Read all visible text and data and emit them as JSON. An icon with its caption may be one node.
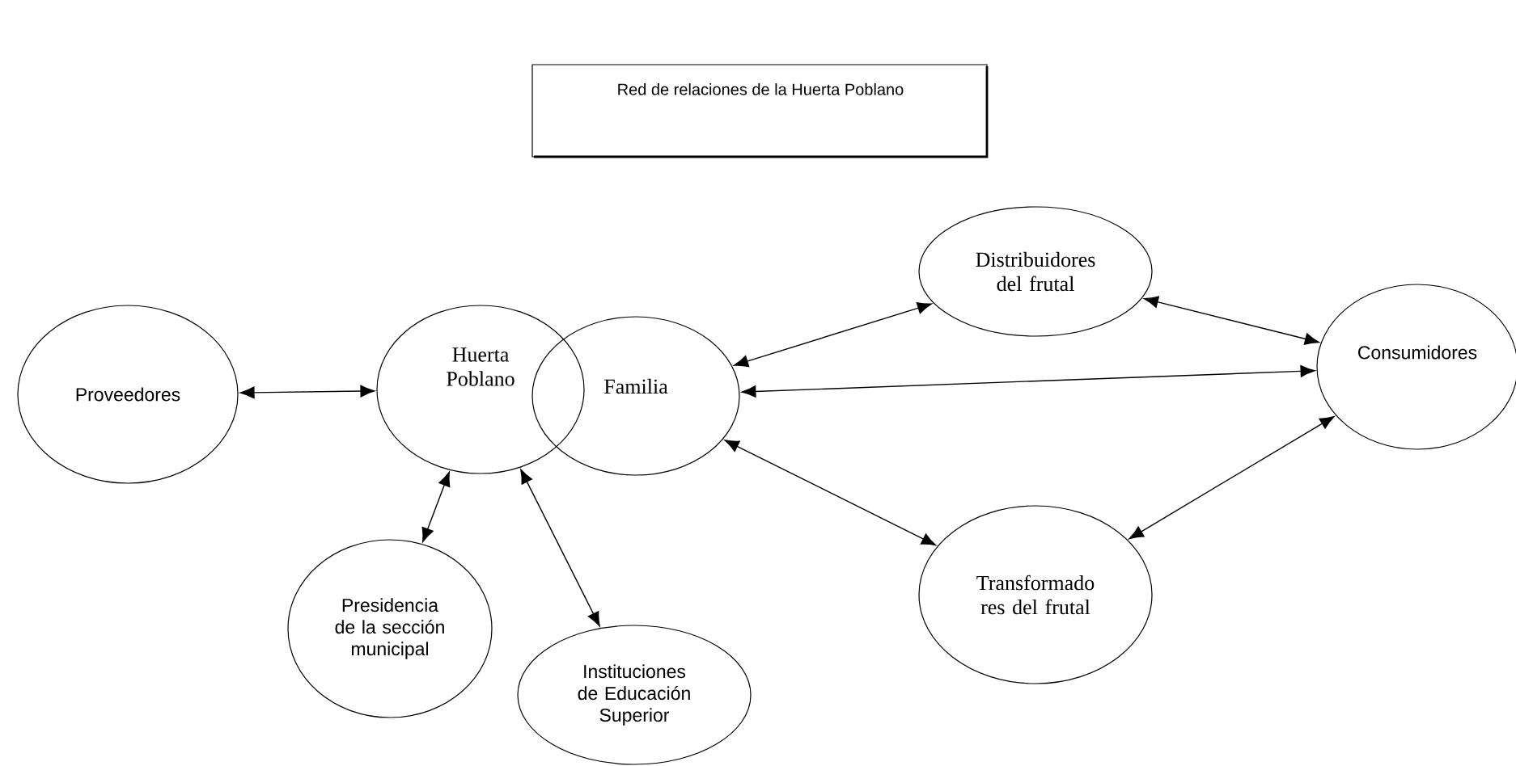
{
  "diagram": {
    "title": "Red de relaciones de la Huerta Poblano",
    "nodes": [
      {
        "text": [
          "Proveedores"
        ]
      },
      {
        "text": [
          "Huerta Poblano"
        ]
      },
      {
        "text": [
          "Familia"
        ]
      },
      {
        "text": [
          "Distribuidores del frutal"
        ]
      },
      {
        "text": [
          "Consumidores"
        ]
      },
      {
        "text": [
          "Presidencia de la sección municipal"
        ]
      },
      {
        "text": [
          "Instituciones de Educación Superior"
        ]
      },
      {
        "text": [
          "Transformado res del frutal"
        ]
      }
    ],
    "edges": [
      {
        "from": 0,
        "to": 1,
        "arrow": "both"
      },
      {
        "from": 1,
        "to": 5,
        "arrow": "both"
      },
      {
        "from": 1,
        "to": 6,
        "arrow": "both"
      },
      {
        "from": 2,
        "to": 3,
        "arrow": "both"
      },
      {
        "from": 2,
        "to": 4,
        "arrow": "both"
      },
      {
        "from": 2,
        "to": 7,
        "arrow": "both"
      },
      {
        "from": 3,
        "to": 4,
        "arrow": "both"
      },
      {
        "from": 7,
        "to": 4,
        "arrow": "both"
      }
    ]
  }
}
